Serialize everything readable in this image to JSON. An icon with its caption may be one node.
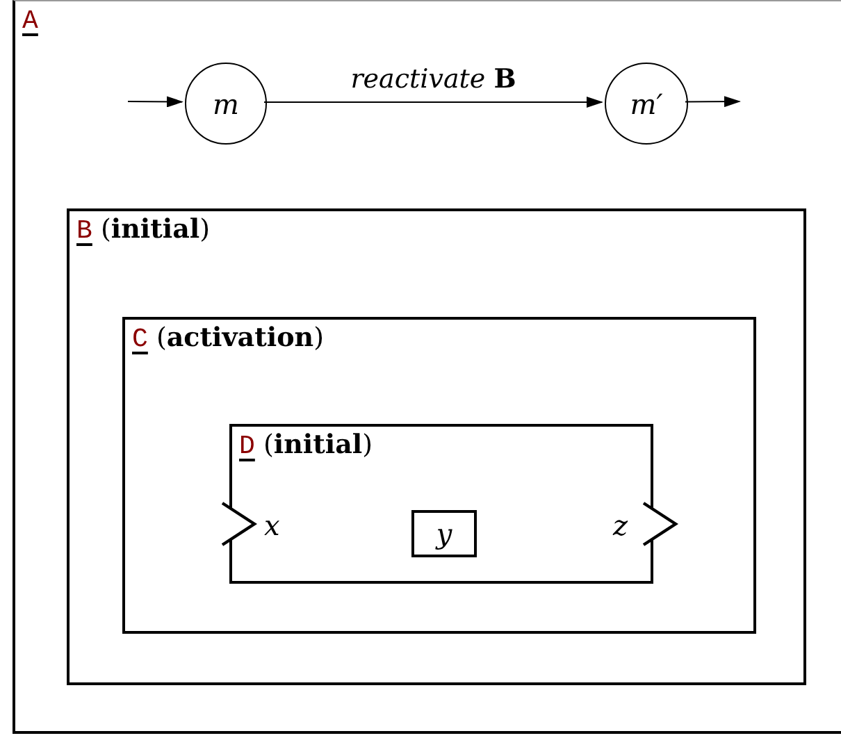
{
  "diagram": {
    "nodes": [
      {
        "text": [
          "A"
        ]
      },
      {
        "text": [
          "m"
        ],
        "in": 0
      },
      {
        "text": [
          "m′"
        ],
        "in": 0
      },
      {
        "text": [
          "B (**initial**)"
        ],
        "in": 0
      },
      {
        "text": [
          "C (**activation**)"
        ],
        "in": 3
      },
      {
        "text": [
          "D (**initial**)"
        ],
        "in": 4
      },
      {
        "text": [
          "y"
        ],
        "in": 5
      }
    ],
    "edges": [
      {
        "from": null,
        "to": 1,
        "arrow": "to"
      },
      {
        "from": 1,
        "to": 2,
        "arrow": "to",
        "label": "*reactivate* **B**"
      },
      {
        "from": 2,
        "to": null,
        "arrow": "to"
      }
    ],
    "labels": [
      "x",
      "z"
    ]
  }
}
